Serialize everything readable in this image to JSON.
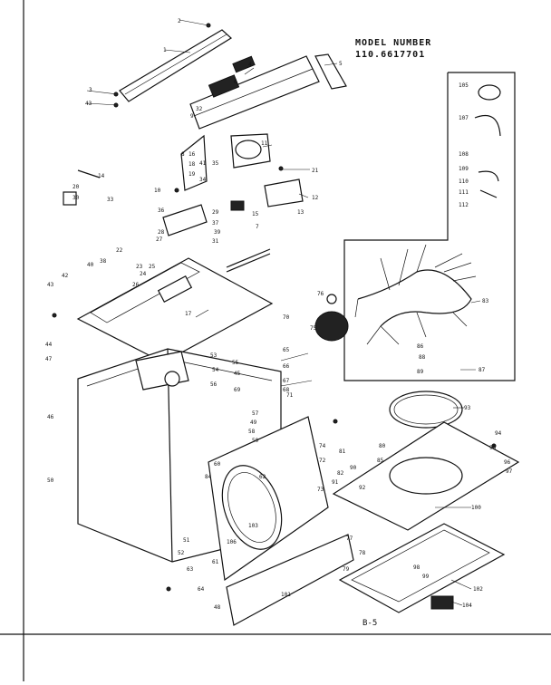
{
  "caption": {
    "title": "MODEL NUMBER",
    "model": "110.6617701"
  },
  "page_label": "B-5",
  "callouts": [
    {
      "id": "c0",
      "text": "2"
    },
    {
      "id": "c1",
      "text": "1"
    },
    {
      "id": "c2",
      "text": "3"
    },
    {
      "id": "c3",
      "text": "43"
    },
    {
      "id": "c4",
      "text": "4"
    },
    {
      "id": "c5",
      "text": "5"
    },
    {
      "id": "c6",
      "text": "6"
    },
    {
      "id": "c7",
      "text": "7"
    },
    {
      "id": "c8",
      "text": "8"
    },
    {
      "id": "c9",
      "text": "9"
    },
    {
      "id": "c10",
      "text": "10"
    },
    {
      "id": "c11",
      "text": "11"
    },
    {
      "id": "c12",
      "text": "12"
    },
    {
      "id": "c13",
      "text": "13"
    },
    {
      "id": "c14",
      "text": "14"
    },
    {
      "id": "c15",
      "text": "15"
    },
    {
      "id": "c16",
      "text": "16"
    },
    {
      "id": "c17",
      "text": "17"
    },
    {
      "id": "c18",
      "text": "18"
    },
    {
      "id": "c19",
      "text": "19"
    },
    {
      "id": "c20",
      "text": "20"
    },
    {
      "id": "c21",
      "text": "21"
    },
    {
      "id": "c22",
      "text": "22"
    },
    {
      "id": "c23",
      "text": "23"
    },
    {
      "id": "c24",
      "text": "24"
    },
    {
      "id": "c25",
      "text": "25"
    },
    {
      "id": "c26",
      "text": "26"
    },
    {
      "id": "c27",
      "text": "27"
    },
    {
      "id": "c28",
      "text": "28"
    },
    {
      "id": "c29",
      "text": "29"
    },
    {
      "id": "c30",
      "text": "30"
    },
    {
      "id": "c31",
      "text": "31"
    },
    {
      "id": "c32",
      "text": "32"
    },
    {
      "id": "c33",
      "text": "33"
    },
    {
      "id": "c34",
      "text": "34"
    },
    {
      "id": "c35",
      "text": "35"
    },
    {
      "id": "c36",
      "text": "36"
    },
    {
      "id": "c37",
      "text": "37"
    },
    {
      "id": "c38",
      "text": "38"
    },
    {
      "id": "c39",
      "text": "39"
    },
    {
      "id": "c40",
      "text": "40"
    },
    {
      "id": "c41",
      "text": "41"
    },
    {
      "id": "c42",
      "text": "42"
    },
    {
      "id": "c43",
      "text": "43"
    },
    {
      "id": "c44",
      "text": "44"
    },
    {
      "id": "c45",
      "text": "45"
    },
    {
      "id": "c46",
      "text": "46"
    },
    {
      "id": "c47",
      "text": "47"
    },
    {
      "id": "c48",
      "text": "48"
    },
    {
      "id": "c49",
      "text": "49"
    },
    {
      "id": "c50",
      "text": "50"
    },
    {
      "id": "c51",
      "text": "51"
    },
    {
      "id": "c52",
      "text": "52"
    },
    {
      "id": "c53",
      "text": "53"
    },
    {
      "id": "c54",
      "text": "54"
    },
    {
      "id": "c55",
      "text": "55"
    },
    {
      "id": "c56",
      "text": "56"
    },
    {
      "id": "c57",
      "text": "57"
    },
    {
      "id": "c58",
      "text": "58"
    },
    {
      "id": "c59",
      "text": "59"
    },
    {
      "id": "c60",
      "text": "60"
    },
    {
      "id": "c61",
      "text": "61"
    },
    {
      "id": "c62",
      "text": "62"
    },
    {
      "id": "c63",
      "text": "63"
    },
    {
      "id": "c64",
      "text": "64"
    },
    {
      "id": "c65",
      "text": "65"
    },
    {
      "id": "c66",
      "text": "66"
    },
    {
      "id": "c67",
      "text": "67"
    },
    {
      "id": "c68",
      "text": "68"
    },
    {
      "id": "c69",
      "text": "69"
    },
    {
      "id": "c70",
      "text": "70"
    },
    {
      "id": "c71",
      "text": "71"
    },
    {
      "id": "c72",
      "text": "72"
    },
    {
      "id": "c73",
      "text": "73"
    },
    {
      "id": "c74",
      "text": "74"
    },
    {
      "id": "c75",
      "text": "75"
    },
    {
      "id": "c76",
      "text": "76"
    },
    {
      "id": "c77",
      "text": "77"
    },
    {
      "id": "c78",
      "text": "78"
    },
    {
      "id": "c79",
      "text": "79"
    },
    {
      "id": "c80",
      "text": "80"
    },
    {
      "id": "c81",
      "text": "81"
    },
    {
      "id": "c82",
      "text": "82"
    },
    {
      "id": "c83",
      "text": "83"
    },
    {
      "id": "c84",
      "text": "84"
    },
    {
      "id": "c85",
      "text": "85"
    },
    {
      "id": "c86",
      "text": "86"
    },
    {
      "id": "c87",
      "text": "87"
    },
    {
      "id": "c88",
      "text": "88"
    },
    {
      "id": "c89",
      "text": "89"
    },
    {
      "id": "c90",
      "text": "90"
    },
    {
      "id": "c91",
      "text": "91"
    },
    {
      "id": "c92",
      "text": "92"
    },
    {
      "id": "c93",
      "text": "93"
    },
    {
      "id": "c94",
      "text": "94"
    },
    {
      "id": "c95",
      "text": "95"
    },
    {
      "id": "c96",
      "text": "96"
    },
    {
      "id": "c97",
      "text": "97"
    },
    {
      "id": "c98",
      "text": "98"
    },
    {
      "id": "c99",
      "text": "99"
    },
    {
      "id": "c100",
      "text": "100"
    },
    {
      "id": "c101",
      "text": "101"
    },
    {
      "id": "c102",
      "text": "102"
    },
    {
      "id": "c103",
      "text": "103"
    },
    {
      "id": "c104",
      "text": "104"
    },
    {
      "id": "c105",
      "text": "105"
    },
    {
      "id": "c106",
      "text": "106"
    },
    {
      "id": "c107",
      "text": "107"
    },
    {
      "id": "c108",
      "text": "108"
    },
    {
      "id": "c109",
      "text": "109"
    },
    {
      "id": "c110",
      "text": "110"
    },
    {
      "id": "c111",
      "text": "111"
    },
    {
      "id": "c112",
      "text": "112"
    }
  ]
}
